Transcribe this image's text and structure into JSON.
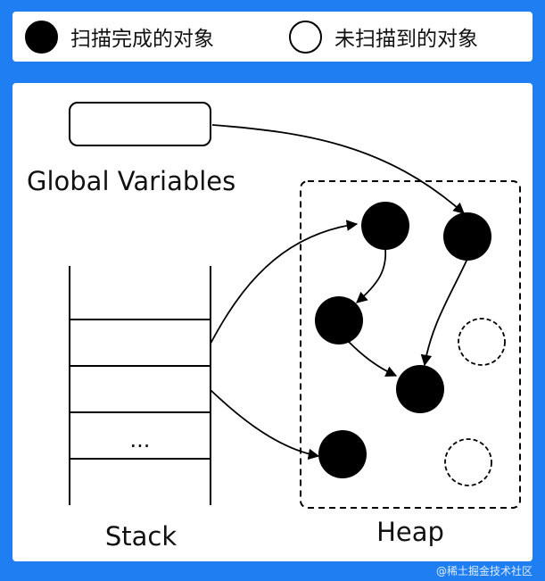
{
  "legend": {
    "scanned_label": "扫描完成的对象",
    "unscanned_label": "未扫描到的对象"
  },
  "diagram": {
    "global_variables_label": "Global Variables",
    "stack_label": "Stack",
    "stack_ellipsis": "...",
    "heap_label": "Heap"
  },
  "watermark": "@稀土掘金技术社区",
  "colors": {
    "background": "#1f7ff2",
    "panel": "#ffffff",
    "scanned_fill": "#000000",
    "unscanned_fill": "#ffffff"
  }
}
